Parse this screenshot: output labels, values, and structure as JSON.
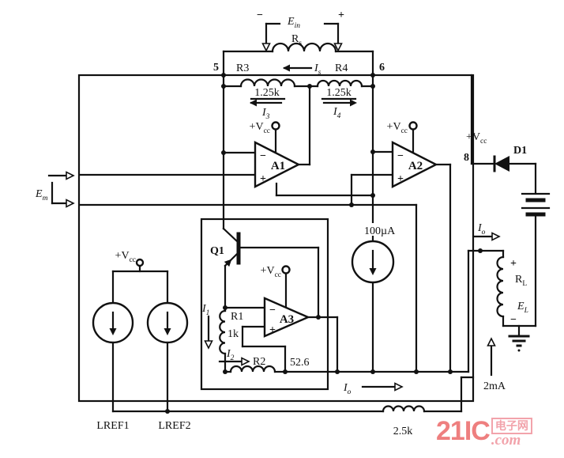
{
  "diagram": {
    "source_top": {
      "minus": "−",
      "plus": "+",
      "e": {
        "b": "E",
        "s": "in"
      },
      "r": {
        "b": "R",
        "s": "s"
      }
    },
    "pins": {
      "p5": "5",
      "p6": "6",
      "p8": "8"
    },
    "bridge": {
      "r3": "R3",
      "r4": "R4",
      "is": {
        "b": "I",
        "s": "s"
      },
      "r_left": "1.25k",
      "r_right": "1.25k",
      "i3": {
        "b": "I",
        "s": "3"
      },
      "i4": {
        "b": "I",
        "s": "4"
      }
    },
    "supply": {
      "b": "+V",
      "s": "cc"
    },
    "opamps": {
      "a1": "A1",
      "a2": "A2",
      "a3": "A3",
      "minus": "−",
      "plus": "+"
    },
    "output": {
      "d1": "D1",
      "bias": "100µA",
      "io": {
        "b": "I",
        "s": "o"
      },
      "loop": "2mA",
      "r_span": "2.5k"
    },
    "input": {
      "em": {
        "b": "E",
        "s": "m"
      }
    },
    "inner": {
      "q1": "Q1",
      "i1": {
        "b": "I",
        "s": "1"
      },
      "i2": {
        "b": "I",
        "s": "2"
      },
      "r1": "R1",
      "r1_value": "1k",
      "r2": "R2",
      "r_gain": "52.6"
    },
    "load": {
      "rl": {
        "b": "R",
        "s": "L"
      },
      "el": {
        "b": "E",
        "s": "L"
      },
      "plus": "+",
      "minus": "−"
    },
    "refs": {
      "ref1": "LREF1",
      "ref2": "LREF2"
    },
    "colors": {
      "ink": "#111111",
      "paper": "#ffffff",
      "watermark_brand": "#ee7f7f",
      "watermark_light": "#f2a3ab"
    }
  },
  "watermark": {
    "brand": "21IC",
    "cn": "电子网",
    "com": ".com"
  }
}
